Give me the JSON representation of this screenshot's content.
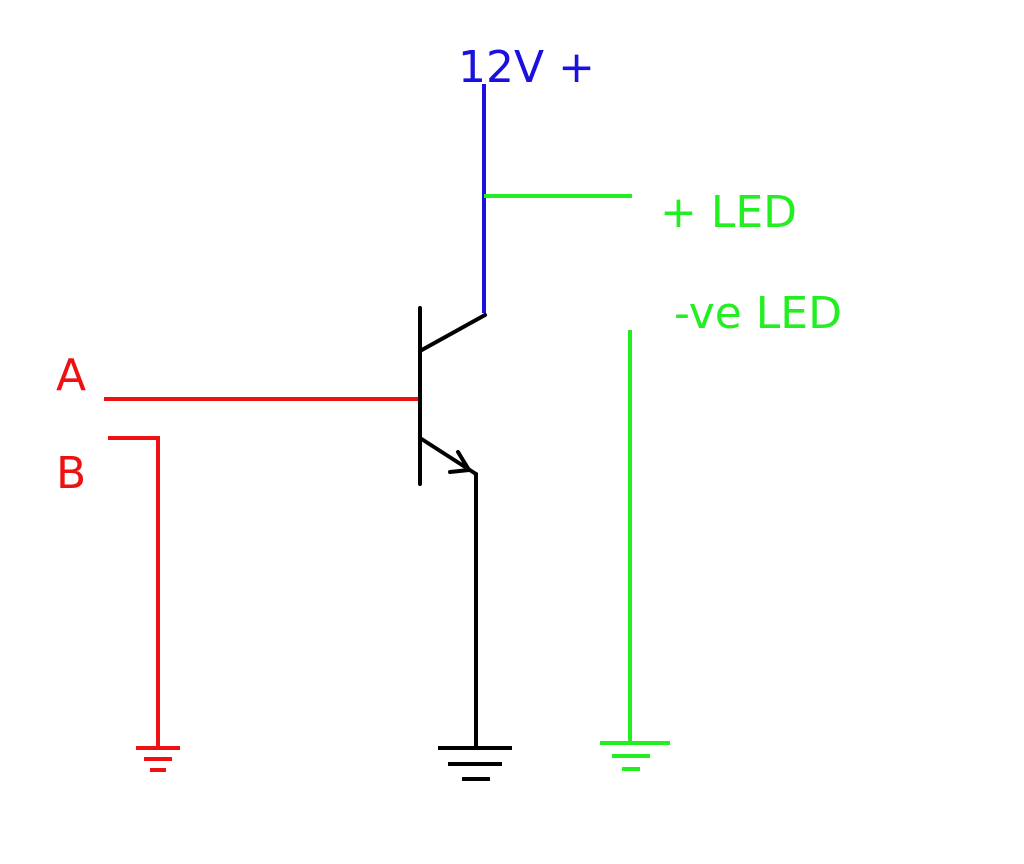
{
  "labels": {
    "supply": "12V +",
    "led_positive": "+ LED",
    "led_negative": "-ve LED",
    "input_a": "A",
    "input_b": "B"
  },
  "colors": {
    "supply": "#1a10e0",
    "led": "#22ee22",
    "input": "#ee1111",
    "transistor": "#000000",
    "background": "#ffffff"
  },
  "components": {
    "transistor": "npn-transistor",
    "grounds": [
      "ground-input-b",
      "ground-emitter",
      "ground-led"
    ]
  }
}
